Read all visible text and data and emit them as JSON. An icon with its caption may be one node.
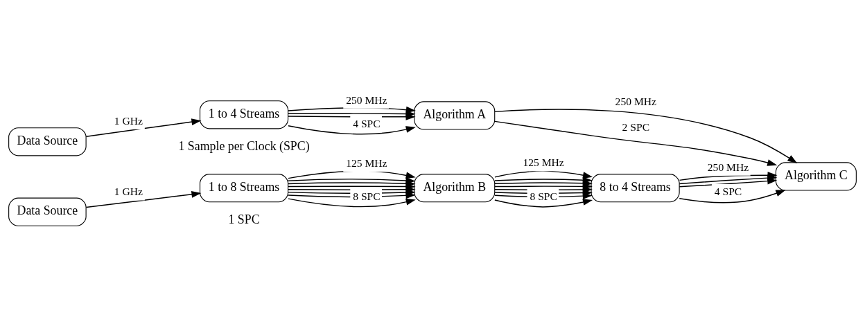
{
  "diagram": {
    "nodes": [
      {
        "text": [
          "Data Source"
        ]
      },
      {
        "text": [
          "1 to 4 Streams"
        ]
      },
      {
        "text": [
          "Algorithm A"
        ]
      },
      {
        "text": [
          "Algorithm C"
        ]
      },
      {
        "text": [
          "Data Source"
        ]
      },
      {
        "text": [
          "1 to 8 Streams"
        ]
      },
      {
        "text": [
          "Algorithm B"
        ]
      },
      {
        "text": [
          "8 to 4 Streams"
        ]
      }
    ],
    "edges": [
      {
        "from": 0,
        "to": 1,
        "arrow": "to",
        "label": "1 GHz"
      },
      {
        "from": 1,
        "to": 2,
        "arrow": "to",
        "label": "250 MHz"
      },
      {
        "from": 1,
        "to": 2,
        "arrow": "to"
      },
      {
        "from": 1,
        "to": 2,
        "arrow": "to"
      },
      {
        "from": 1,
        "to": 2,
        "arrow": "to",
        "label": "4 SPC"
      },
      {
        "from": 2,
        "to": 3,
        "arrow": "to",
        "label": "250 MHz"
      },
      {
        "from": 2,
        "to": 3,
        "arrow": "to",
        "label": "2 SPC"
      },
      {
        "from": 4,
        "to": 5,
        "arrow": "to",
        "label": "1 GHz"
      },
      {
        "from": 5,
        "to": 6,
        "arrow": "to",
        "label": "125 MHz"
      },
      {
        "from": 5,
        "to": 6,
        "arrow": "to"
      },
      {
        "from": 5,
        "to": 6,
        "arrow": "to"
      },
      {
        "from": 5,
        "to": 6,
        "arrow": "to"
      },
      {
        "from": 5,
        "to": 6,
        "arrow": "to"
      },
      {
        "from": 5,
        "to": 6,
        "arrow": "to"
      },
      {
        "from": 5,
        "to": 6,
        "arrow": "to"
      },
      {
        "from": 5,
        "to": 6,
        "arrow": "to",
        "label": "8 SPC"
      },
      {
        "from": 6,
        "to": 7,
        "arrow": "to",
        "label": "125 MHz"
      },
      {
        "from": 6,
        "to": 7,
        "arrow": "to"
      },
      {
        "from": 6,
        "to": 7,
        "arrow": "to"
      },
      {
        "from": 6,
        "to": 7,
        "arrow": "to"
      },
      {
        "from": 6,
        "to": 7,
        "arrow": "to"
      },
      {
        "from": 6,
        "to": 7,
        "arrow": "to"
      },
      {
        "from": 6,
        "to": 7,
        "arrow": "to"
      },
      {
        "from": 6,
        "to": 7,
        "arrow": "to",
        "label": "8 SPC"
      },
      {
        "from": 7,
        "to": 3,
        "arrow": "to",
        "label": "250 MHz"
      },
      {
        "from": 7,
        "to": 3,
        "arrow": "to"
      },
      {
        "from": 7,
        "to": 3,
        "arrow": "to"
      },
      {
        "from": 7,
        "to": 3,
        "arrow": "to",
        "label": "4 SPC"
      }
    ],
    "labels": [
      "1 Sample per Clock (SPC)",
      "1 SPC"
    ]
  }
}
